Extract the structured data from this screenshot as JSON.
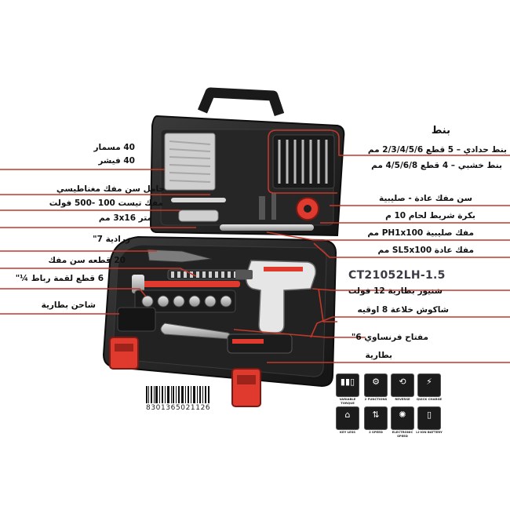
{
  "header": {
    "title": "بنط"
  },
  "labels": {
    "nails": "40 مسمار",
    "plugs": "40 فيشر",
    "drill_bits_metal": "بنط حدادي – 5 قطع 2/3/4/5/6 مم",
    "drill_bits_wood": "بنط خشبي – 4 قطع 4/5/6/8 مم",
    "magnetic_bit_holder": "حامل سن مفك مغناطيسي",
    "bits_normal_cross": "سن مفك عادة - صليبية",
    "voltage_tester": "مفك تيست 100 -500 فولت",
    "solder_tape": "بكرة شريط لحام 10 م",
    "tape_measure": "متر 3x16 مم",
    "phillips_screwdriver": "مفك صليبية PH1x100 مم",
    "pliers": "زرادية 7\"",
    "flat_screwdriver": "مفك عادة SL5x100 مم",
    "bits_20": "20 قطعه سن مفك",
    "sockets": "6 قطع لقمة رباط ¼\"",
    "charger": "شاحن بطارية",
    "drill_12v": "شنيور بطارية 12 فولت",
    "drill_chuck": "شاكوش خلاعة 8 اوقيه",
    "adjustable_wrench": "مفتاح فرنساوي 6\"",
    "battery": "بطارية"
  },
  "model": "CT21052LH-1.5",
  "barcode": "8301365021126",
  "features": [
    {
      "icon": "variable-torque-icon",
      "glyph": "▮▮▯",
      "caption": "VARIABLE TORQUE"
    },
    {
      "icon": "two-functions-icon",
      "glyph": "⚙",
      "caption": "2 FUNCTIONS"
    },
    {
      "icon": "reverse-icon",
      "glyph": "⟲",
      "caption": "REVERSE"
    },
    {
      "icon": "quick-charge-icon",
      "glyph": "⚡",
      "caption": "QUICK CHARGE"
    },
    {
      "icon": "keyless-icon",
      "glyph": "⌂",
      "caption": "KEY LESS"
    },
    {
      "icon": "two-speed-icon",
      "glyph": "⇅",
      "caption": "2 SPEED"
    },
    {
      "icon": "electronic-speed-icon",
      "glyph": "✺",
      "caption": "ELECTRONIC SPEED"
    },
    {
      "icon": "li-ion-battery-icon",
      "glyph": "▯",
      "caption": "LI-ION BATTERY"
    }
  ],
  "colors": {
    "case": "#1f1f1f",
    "case_edge": "#3a3a3a",
    "accent_red": "#e03a2f",
    "callout_line": "#c0392b",
    "text": "#111111"
  }
}
